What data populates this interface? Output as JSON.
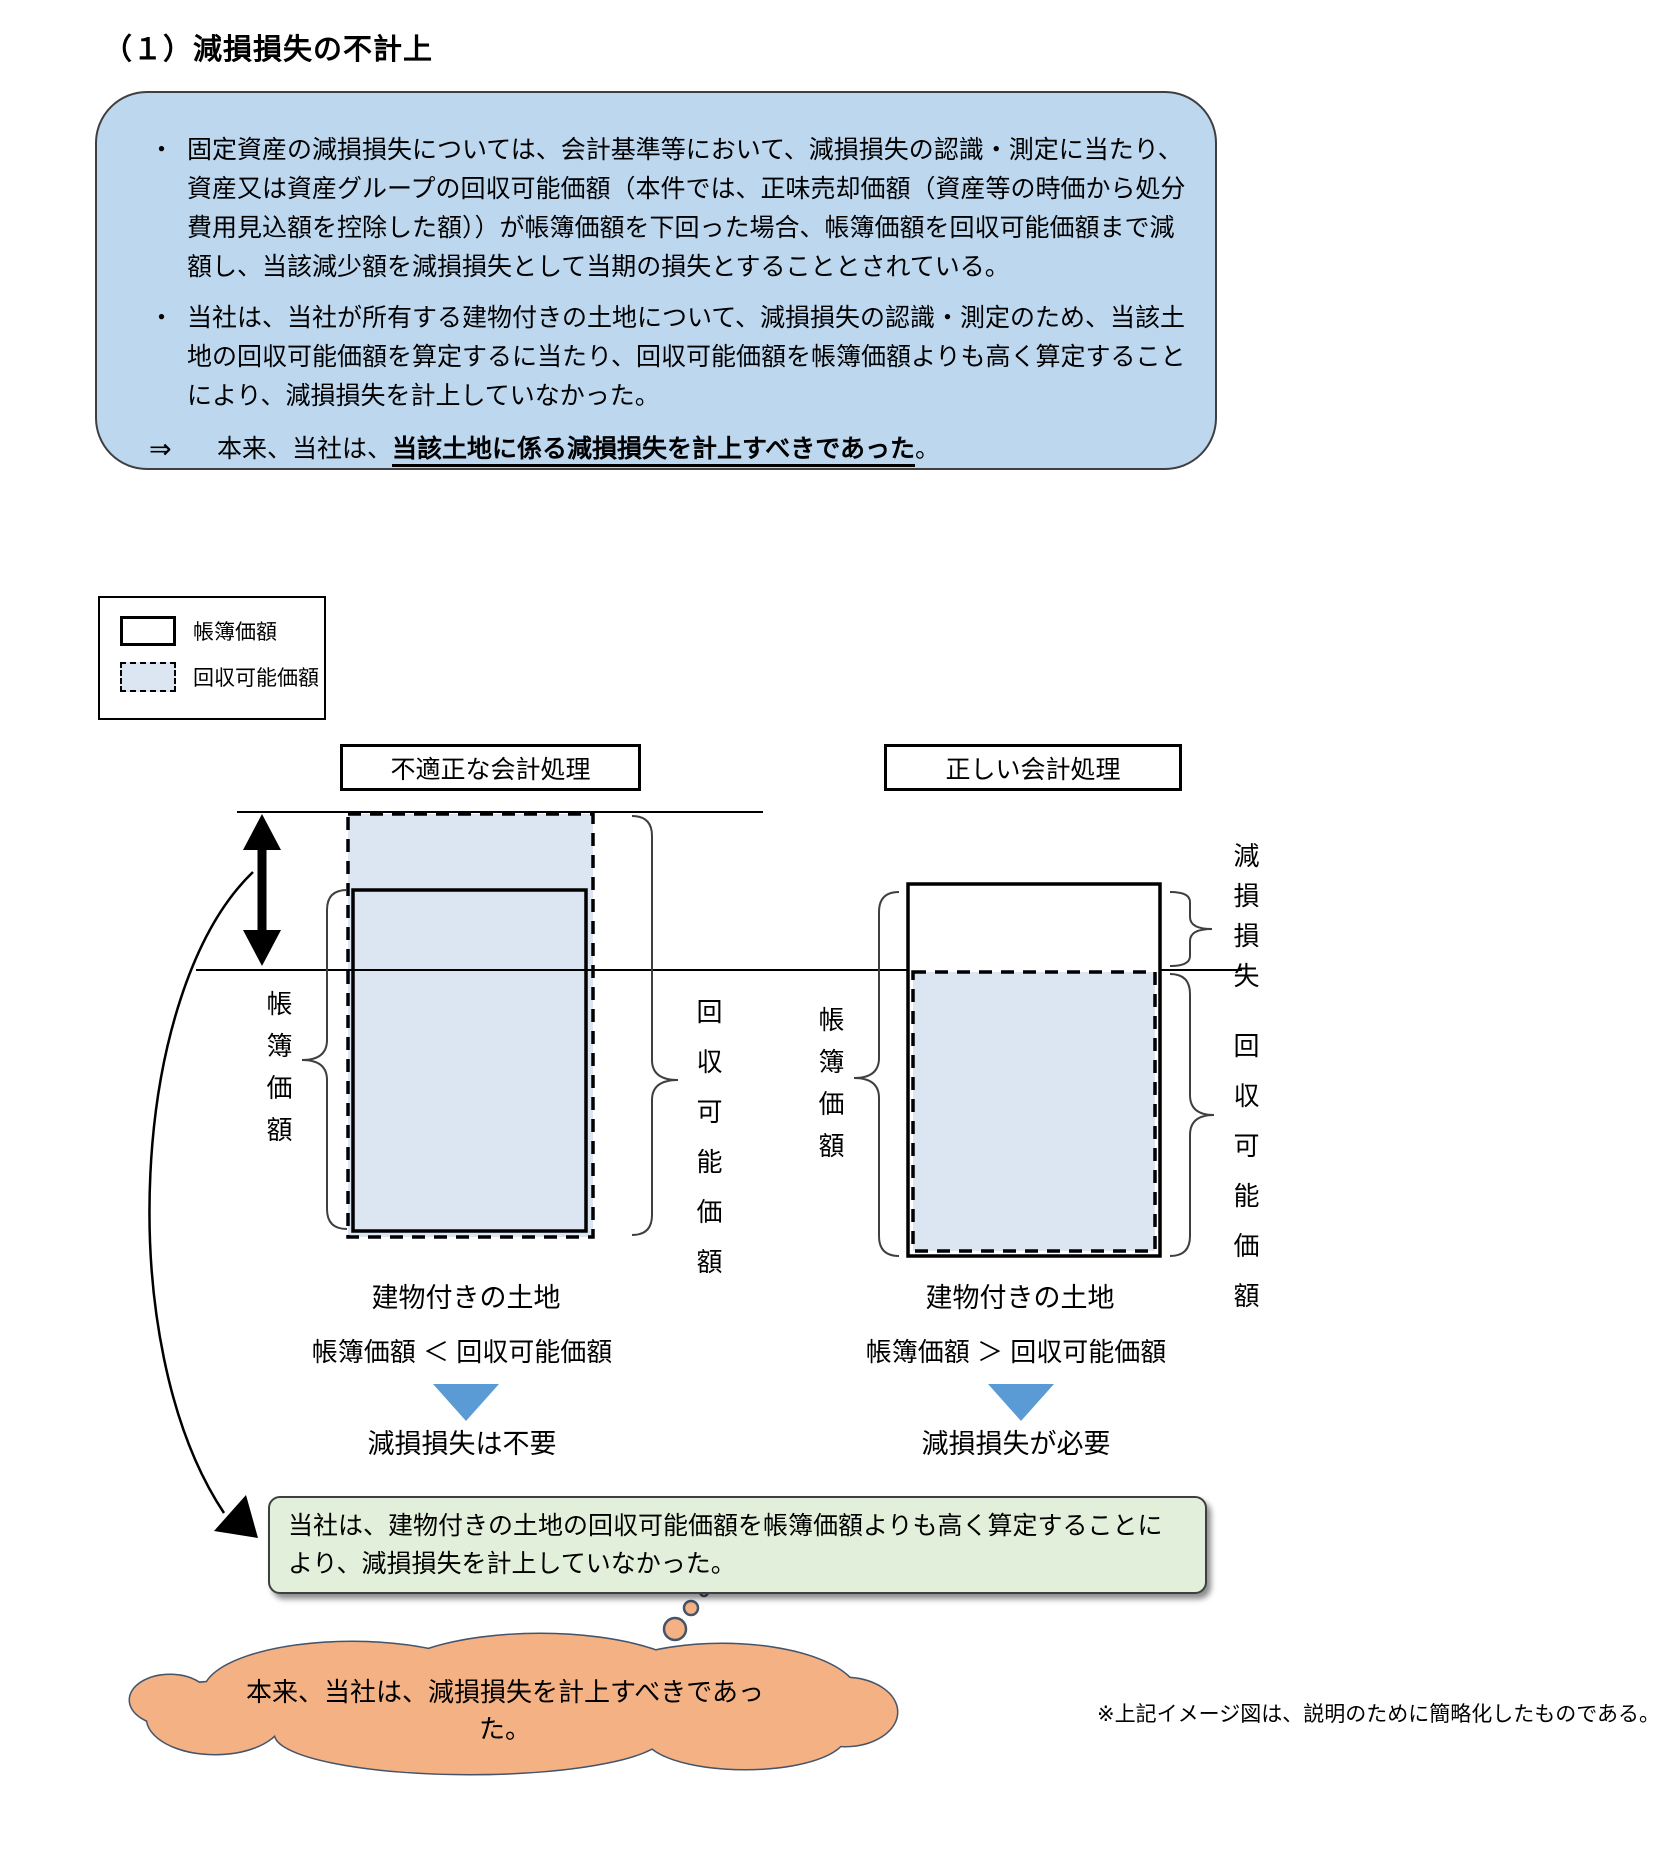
{
  "title": "（１）減損損失の不計上",
  "callout": {
    "bullet_char": "・",
    "bullets": [
      "固定資産の減損損失については、会計基準等において、減損損失の認識・測定に当たり、資産又は資産グループの回収可能価額（本件では、正味売却価額（資産等の時価から処分費用見込額を控除した額））が帳簿価額を下回った場合、帳簿価額を回収可能価額まで減額し、当該減少額を減損損失として当期の損失とすることとされている。",
      "当社は、当社が所有する建物付きの土地について、減損損失の認識・測定のため、当該土地の回収可能価額を算定するに当たり、回収可能価額を帳簿価額よりも高く算定することにより、減損損失を計上していなかった。"
    ],
    "arrow_char": "⇒",
    "conclusion_prefix": "本来、当社は、",
    "conclusion_emphasis": "当該土地に係る減損損失を計上すべきであった",
    "conclusion_suffix": "。"
  },
  "legend": {
    "items": [
      {
        "swatch": "solid",
        "label": "帳簿価額"
      },
      {
        "swatch": "dashed",
        "label": "回収可能価額"
      }
    ]
  },
  "diagrams": {
    "left": {
      "header": "不適正な会計処理",
      "book_value_label": "帳簿価額",
      "recoverable_label": "回収可能価額",
      "asset_label": "建物付きの土地",
      "comparison": "帳簿価額 ＜ 回収可能価額",
      "conclusion": "減損損失は不要"
    },
    "right": {
      "header": "正しい会計処理",
      "book_value_label": "帳簿価額",
      "impairment_label": "減損損失",
      "recoverable_label": "回収可能価額",
      "asset_label": "建物付きの土地",
      "comparison": "帳簿価額 ＞ 回収可能価額",
      "conclusion": "減損損失が必要"
    }
  },
  "explanation_box": {
    "text": "当社は、建物付きの土地の回収可能価額を帳簿価額よりも高く算定することにより、減損損失を計上していなかった。"
  },
  "thought_cloud": {
    "text": "本来、当社は、減損損失を計上すべきであった。"
  },
  "footnote": "※上記イメージ図は、説明のために簡略化したものである。",
  "colors": {
    "callout_bg": "#bdd7ee",
    "rect_fill": "#dce6f2",
    "white": "#ffffff",
    "explanation_bg": "#e2efda",
    "cloud_fill": "#f4b183",
    "cloud_stroke": "#44546a",
    "triangle": "#5b9bd5",
    "line": "#000000"
  }
}
